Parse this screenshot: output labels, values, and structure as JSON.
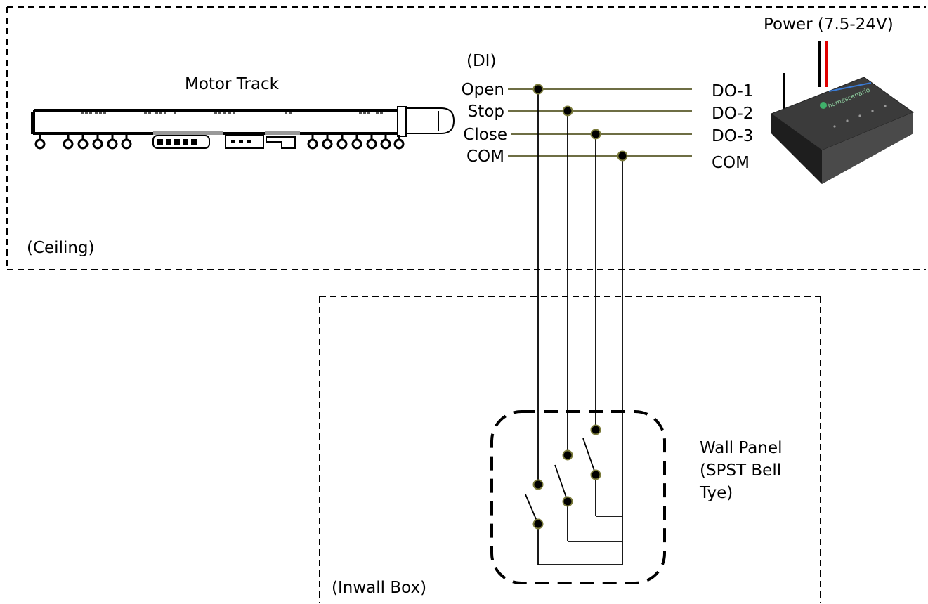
{
  "labels": {
    "motor_track": "Motor Track",
    "ceiling": "(Ceiling)",
    "inwall_box": "(Inwall Box)",
    "power": "Power (7.5-24V)",
    "di_header": "(DI)",
    "di_open": "Open",
    "di_stop": "Stop",
    "di_close": "Close",
    "di_com": "COM",
    "do_1": "DO-1",
    "do_2": "DO-2",
    "do_3": "DO-3",
    "do_com": "COM",
    "wall_panel_1": "Wall Panel",
    "wall_panel_2": "(SPST Bell",
    "wall_panel_3": "Tye)"
  },
  "device": {
    "brand": "homescenario"
  },
  "colors": {
    "wire_signal": "#5a5a2a",
    "node_fill": "#000000",
    "node_ring": "#7a7a3a",
    "power_red": "#e00000",
    "power_black": "#000000"
  }
}
